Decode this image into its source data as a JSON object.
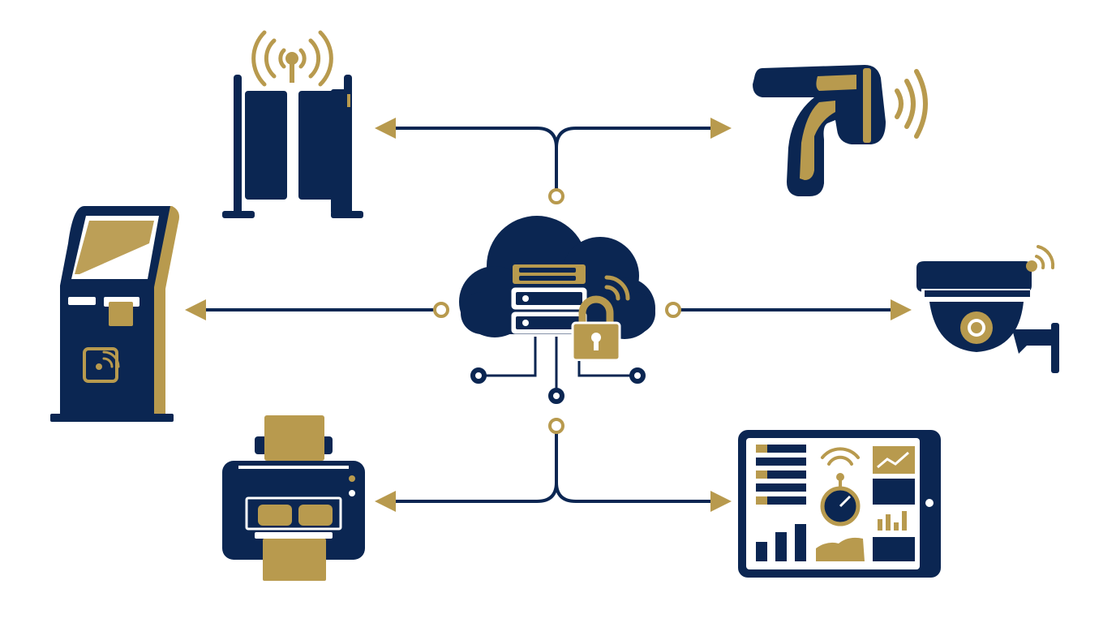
{
  "diagram": {
    "hub": {
      "icon": "cloud-server-lock-icon"
    },
    "devices": [
      {
        "id": "rfid-gate",
        "icon": "rfid-security-gate-icon"
      },
      {
        "id": "barcode-scanner",
        "icon": "handheld-scanner-icon"
      },
      {
        "id": "self-service-kiosk",
        "icon": "kiosk-icon"
      },
      {
        "id": "security-camera",
        "icon": "dome-camera-icon"
      },
      {
        "id": "printer",
        "icon": "printer-icon"
      },
      {
        "id": "dashboard-tablet",
        "icon": "analytics-tablet-icon"
      }
    ],
    "colors": {
      "navy": "#0b2652",
      "gold": "#b89a4e",
      "background": "#ffffff"
    }
  }
}
